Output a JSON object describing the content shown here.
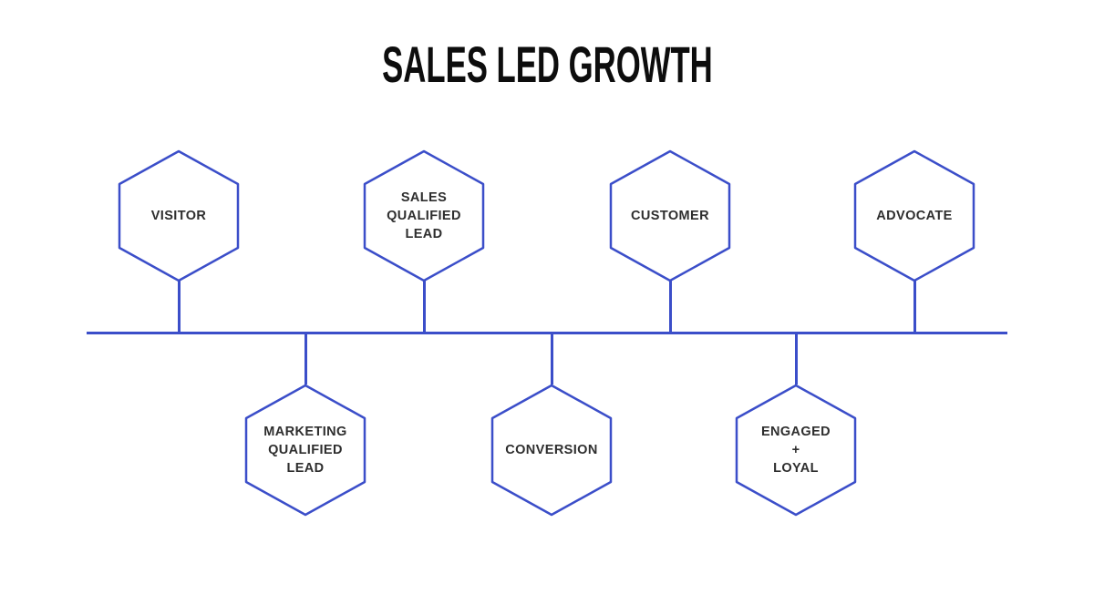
{
  "title": "SALES LED GROWTH",
  "colors": {
    "background": "#ffffff",
    "title": "#0d0d0d",
    "label": "#2e2e2e",
    "line": "#3b4ec9"
  },
  "timeline": {
    "orientation": "horizontal"
  },
  "nodes": {
    "top": [
      {
        "label": "VISITOR"
      },
      {
        "label": "SALES\nQUALIFIED\nLEAD"
      },
      {
        "label": "CUSTOMER"
      },
      {
        "label": "ADVOCATE"
      }
    ],
    "bottom": [
      {
        "label": "MARKETING\nQUALIFIED\nLEAD"
      },
      {
        "label": "CONVERSION"
      },
      {
        "label": "ENGAGED\n+\nLOYAL"
      }
    ]
  }
}
